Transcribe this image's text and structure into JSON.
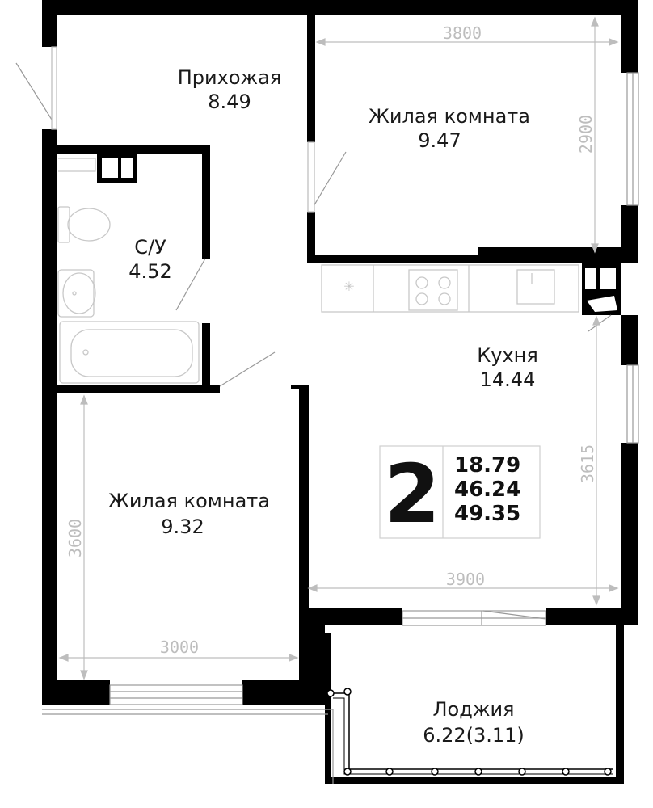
{
  "rooms": [
    {
      "name": "Прихожая",
      "area": "8.49"
    },
    {
      "name": "Жилая комната",
      "area": "9.47"
    },
    {
      "name": "С/У",
      "area": "4.52"
    },
    {
      "name": "Кухня",
      "area": "14.44"
    },
    {
      "name": "Жилая комната",
      "area": "9.32"
    },
    {
      "name": "Лоджия",
      "area": "6.22(3.11)"
    }
  ],
  "dimensions": {
    "room_top_width": "3800",
    "room_top_height": "2900",
    "kitchen_height": "3615",
    "kitchen_width": "3900",
    "room_left_height": "3600",
    "room_left_width": "3000"
  },
  "summary": {
    "rooms_count": "2",
    "living_area": "18.79",
    "total_area": "46.24",
    "total_with_loggia": "49.35"
  },
  "colors": {
    "wall": "#000000",
    "dimension": "#bdbdbd",
    "fixture": "#c8c8c8",
    "text": "#1a1a1a"
  }
}
